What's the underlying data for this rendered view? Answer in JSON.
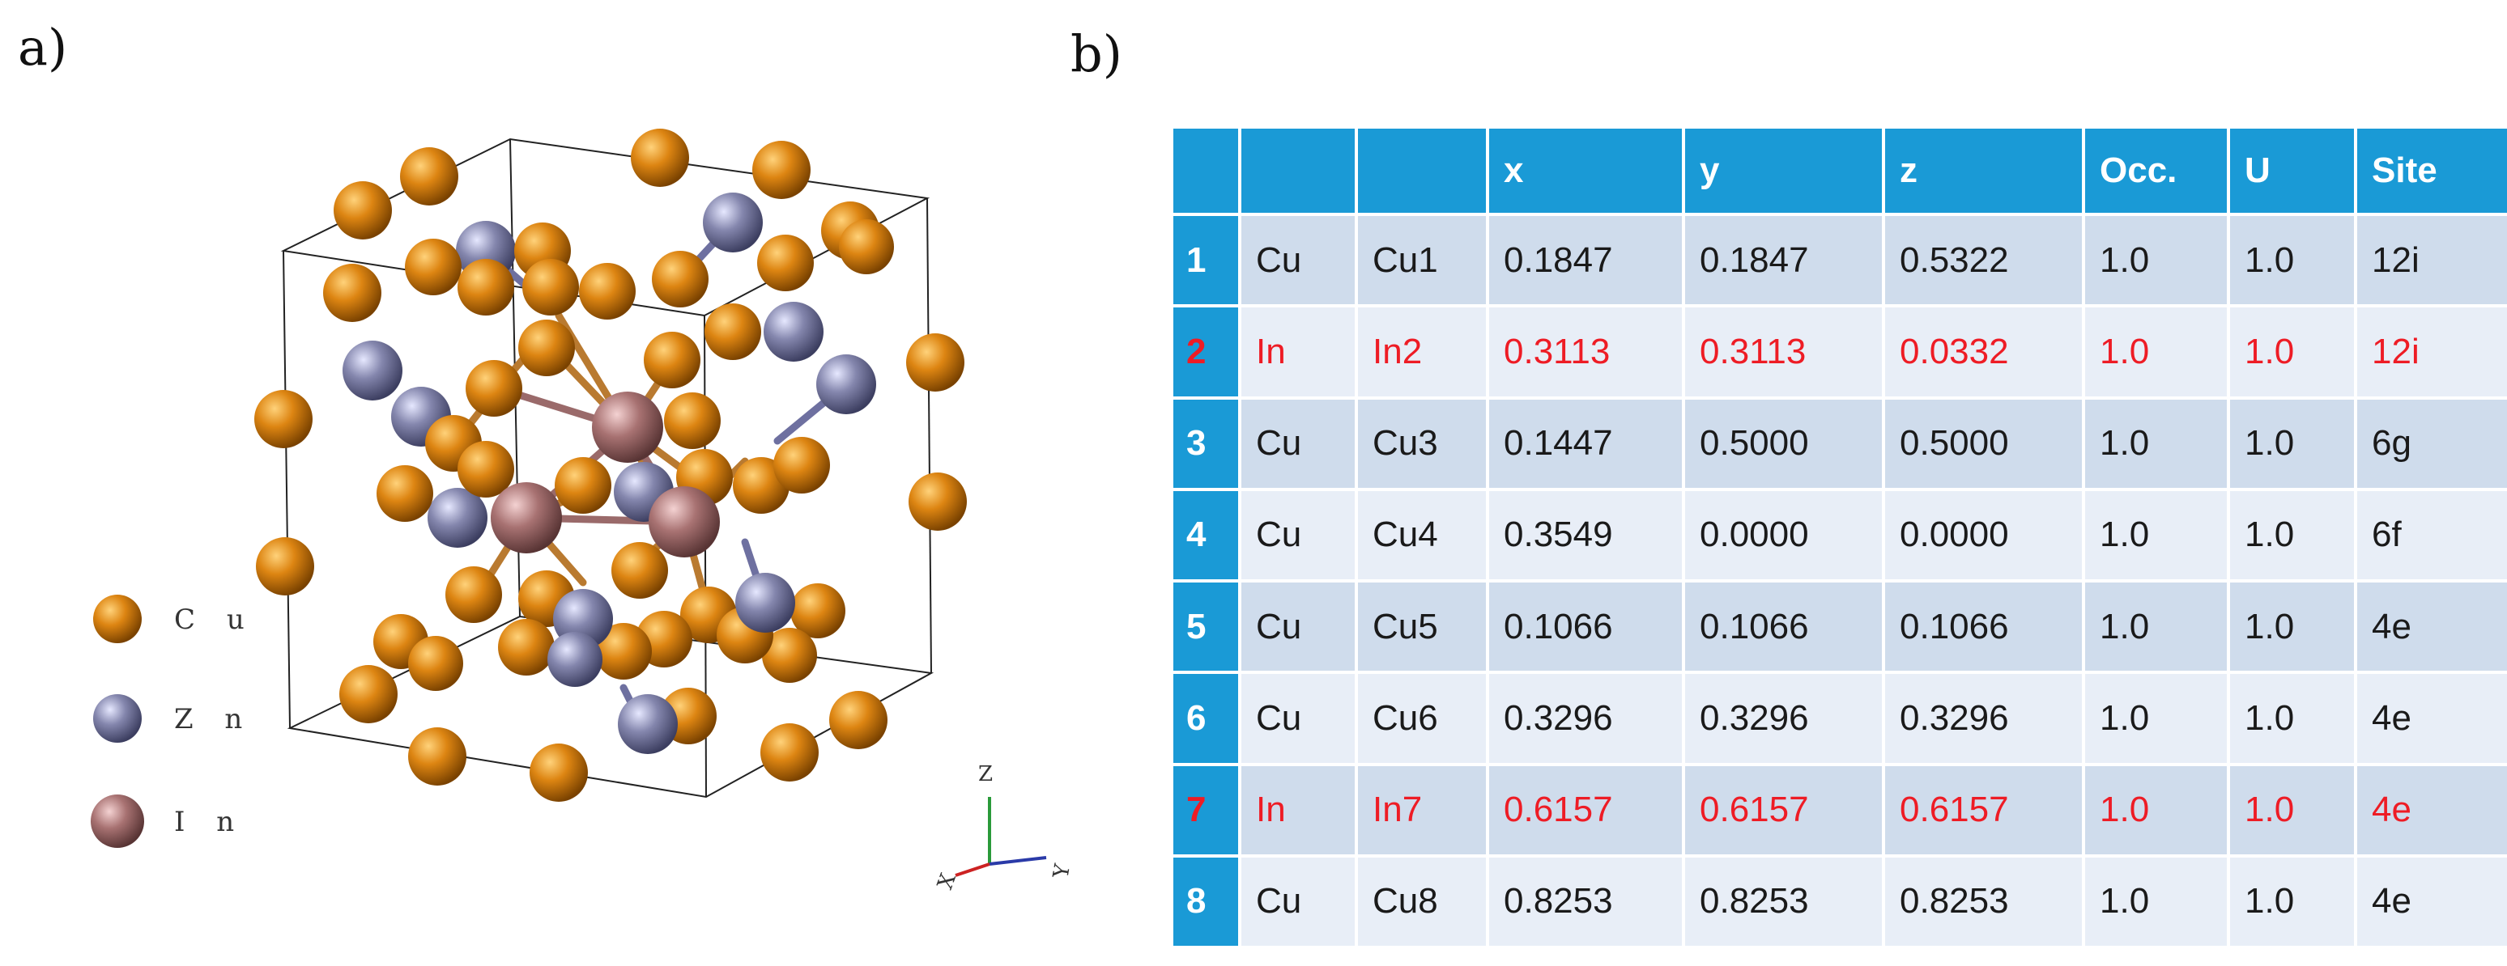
{
  "panels": {
    "a": "a)",
    "b": "b)"
  },
  "legend": [
    {
      "label": "C u",
      "color": "#d27a10"
    },
    {
      "label": "Z n",
      "color": "#7d7fa4"
    },
    {
      "label": "I n",
      "color": "#a87272"
    }
  ],
  "axes": {
    "z": "Z",
    "y": "Y",
    "x": "X"
  },
  "table": {
    "headers": [
      "",
      "",
      "",
      "x",
      "y",
      "z",
      "Occ.",
      "U",
      "Site"
    ],
    "rows": [
      {
        "n": "1",
        "el": "Cu",
        "label": "Cu1",
        "x": "0.1847",
        "y": "0.1847",
        "z": "0.5322",
        "occ": "1.0",
        "u": "1.0",
        "site": "12i",
        "highlight": false
      },
      {
        "n": "2",
        "el": "In",
        "label": "In2",
        "x": "0.3113",
        "y": "0.3113",
        "z": "0.0332",
        "occ": "1.0",
        "u": "1.0",
        "site": "12i",
        "highlight": true
      },
      {
        "n": "3",
        "el": "Cu",
        "label": "Cu3",
        "x": "0.1447",
        "y": "0.5000",
        "z": "0.5000",
        "occ": "1.0",
        "u": "1.0",
        "site": "6g",
        "highlight": false
      },
      {
        "n": "4",
        "el": "Cu",
        "label": "Cu4",
        "x": "0.3549",
        "y": "0.0000",
        "z": "0.0000",
        "occ": "1.0",
        "u": "1.0",
        "site": "6f",
        "highlight": false
      },
      {
        "n": "5",
        "el": "Cu",
        "label": "Cu5",
        "x": "0.1066",
        "y": "0.1066",
        "z": "0.1066",
        "occ": "1.0",
        "u": "1.0",
        "site": "4e",
        "highlight": false
      },
      {
        "n": "6",
        "el": "Cu",
        "label": "Cu6",
        "x": "0.3296",
        "y": "0.3296",
        "z": "0.3296",
        "occ": "1.0",
        "u": "1.0",
        "site": "4e",
        "highlight": false
      },
      {
        "n": "7",
        "el": "In",
        "label": "In7",
        "x": "0.6157",
        "y": "0.6157",
        "z": "0.6157",
        "occ": "1.0",
        "u": "1.0",
        "site": "4e",
        "highlight": true
      },
      {
        "n": "8",
        "el": "Cu",
        "label": "Cu8",
        "x": "0.8253",
        "y": "0.8253",
        "z": "0.8253",
        "occ": "1.0",
        "u": "1.0",
        "site": "4e",
        "highlight": false
      }
    ]
  }
}
